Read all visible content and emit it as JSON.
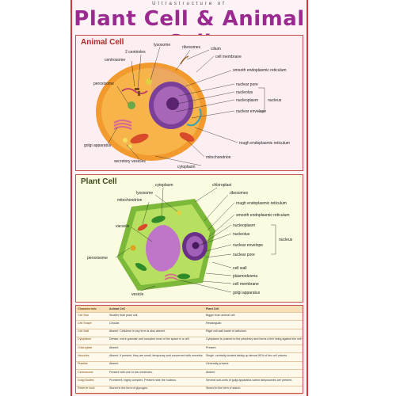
{
  "header": {
    "subtitle": "Ultrastructure of",
    "title": "Plant Cell & Animal Cell"
  },
  "animal_panel": {
    "title": "Animal Cell",
    "labels": {
      "lysosome": "lysosome",
      "centrioles": "2 centrioles",
      "ribosomes": "ribosomes",
      "cilium": "cilium",
      "cell_membrane": "cell membrane",
      "centrosome": "centrosome",
      "smooth_er": "smooth endoplasmic reticulum",
      "peroxisome": "peroxisome",
      "nuclear_pore": "nuclear pore",
      "nucleolus": "nucleolus",
      "nucleoplasm": "nucleoplasm",
      "nucleus": "nucleus",
      "nuclear_envelope": "nuclear envelope",
      "rough_er": "rough endoplasmic reticulum",
      "golgi": "golgi apparatus",
      "mitochondrion": "mitochondrion",
      "secretory_vesicles": "secretory vesicles",
      "cytoplasm": "cytoplasm"
    }
  },
  "plant_panel": {
    "title": "Plant Cell",
    "labels": {
      "cytoplasm": "cytoplasm",
      "chloroplast": "chloroplast",
      "lysosome": "lysosome",
      "ribosomes": "ribosomes",
      "mitochondrion": "mitochondrion",
      "rough_er": "rough endoplasmic reticulum",
      "smooth_er": "smooth endoplasmic reticulum",
      "vacuole": "vacuole",
      "nucleoplasm": "nucleoplasm",
      "nucleolus": "nucleolus",
      "nucleus": "nucleus",
      "nuclear_envelope": "nuclear envelope",
      "nuclear_pore": "nuclear pore",
      "peroxisome": "peroxisome",
      "cell_wall": "cell wall",
      "plasmodesma": "plasmodesma",
      "cell_membrane": "cell membrane",
      "vesicle": "vesicle",
      "golgi": "golgi apparatus"
    }
  },
  "comparison": {
    "headers": [
      "Characteristic",
      "Animal Cell",
      "Plant Cell"
    ],
    "rows": [
      [
        "Cell Size",
        "Smaller than plant cell.",
        "Bigger than animal cell."
      ],
      [
        "Cell Shape",
        "Circular.",
        "Rectangular."
      ],
      [
        "Cell Wall",
        "Absent. Cellulose in any form is also absent.",
        "Rigid cell wall made of cellulose."
      ],
      [
        "Cytoplasm",
        "Denser, more granular and occupies most of the space in a cell.",
        "Cytoplasm is pushed to the periphery and forms a thin lining against the cell wall."
      ],
      [
        "Chloroplast",
        "Absent.",
        "Present."
      ],
      [
        "Vacuoles",
        "Absent. If present, they are small, temporary and concerned with excretion or secretion.",
        "Single, centrally located taking up almost 90% of the cell volume."
      ],
      [
        "Plastids",
        "Absent.",
        "Generally present."
      ],
      [
        "Centrosome",
        "Present with one or two centrioles.",
        "Absent."
      ],
      [
        "Golgi Bodies",
        "Prominent, highly complex. Present near the nucleus.",
        "Several sub-units of golgi apparatus called dictyosomes are present."
      ],
      [
        "Reserve food",
        "Stored in the form of glycogen.",
        "Stored in the form of starch."
      ]
    ]
  },
  "colors": {
    "border": "#d8323a",
    "title": "#9a2a8f",
    "animal_cytoplasm": "#f6a23a",
    "nucleus": "#8a4aa0",
    "plant_cytoplasm": "#a6d64a",
    "chloroplast": "#4a9a3a",
    "vacuole": "#c070c8"
  }
}
